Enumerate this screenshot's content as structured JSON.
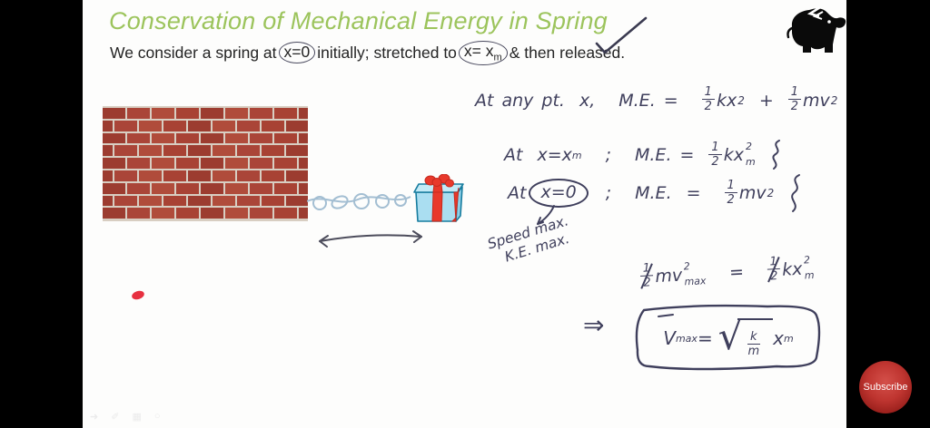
{
  "title": "Conservation of Mechanical Energy in Spring",
  "subtitle": {
    "part1": "We consider a spring at",
    "circle1": "x=0",
    "part2": "initially; stretched to",
    "circle2_main": "x= x",
    "circle2_sub": "m",
    "part3": "& then released."
  },
  "equations": {
    "eq1": {
      "at": "At",
      "any": "any",
      "pt": "pt.",
      "x": "x",
      "comma": ",",
      "lhs": "M.E.",
      "eq": "=",
      "f1n": "1",
      "f1d": "2",
      "t1": "kx",
      "t1exp": "2",
      "plus": "+",
      "f2n": "1",
      "f2d": "2",
      "t2": "mv",
      "t2exp": "2"
    },
    "eq2": {
      "at": "At",
      "cond": "x=x",
      "condsub": "m",
      "semi": ";",
      "lhs": "M.E.",
      "eq": "=",
      "fn": "1",
      "fd": "2",
      "t": "kx",
      "tsub": "m",
      "texp": "2"
    },
    "eq3": {
      "at": "At",
      "cond": "x=0",
      "semi": ";",
      "lhs": "M.E.",
      "eq": "=",
      "fn": "1",
      "fd": "2",
      "t": "mv",
      "texp": "2"
    },
    "note_line1": "Speed max.",
    "note_line2": "K.E. max.",
    "eq4": {
      "f1n": "1",
      "f1d": "2",
      "t1": "mv",
      "t1sub": "max",
      "t1exp": "2",
      "eq": "=",
      "f2n": "1",
      "f2d": "2",
      "t2": "kx",
      "t2sub": "m",
      "t2exp": "2"
    },
    "implies": "⇒",
    "boxed": {
      "v": "V",
      "vsub": "max",
      "eq": "=",
      "sqrt_num": "k",
      "sqrt_den": "m",
      "x": "x",
      "xsub": "m"
    }
  },
  "diagram": {
    "wall": "brick-wall",
    "spring": "spring-coil",
    "box": "gift-box-mass",
    "arrow": "oscillation-range-arrow"
  },
  "toolbar": {
    "icons": [
      {
        "name": "pointer",
        "glyph": "➜"
      },
      {
        "name": "pen",
        "glyph": "✐"
      },
      {
        "name": "grid",
        "glyph": "▦"
      },
      {
        "name": "shape",
        "glyph": "○"
      }
    ]
  },
  "branding": {
    "subscribe_label": "Subscribe",
    "logo": "elephant-logo"
  },
  "colors": {
    "title_green": "#9cc45c",
    "ink": "#3f3f5c",
    "brick": "#a84234",
    "mortar": "#d8cec2",
    "spring_blue": "#a3bed2",
    "ribbon_red": "#e8392b",
    "box_blue": "#aadef1",
    "subscribe_red": "#bf3530",
    "laser_dot": "#e73040"
  }
}
